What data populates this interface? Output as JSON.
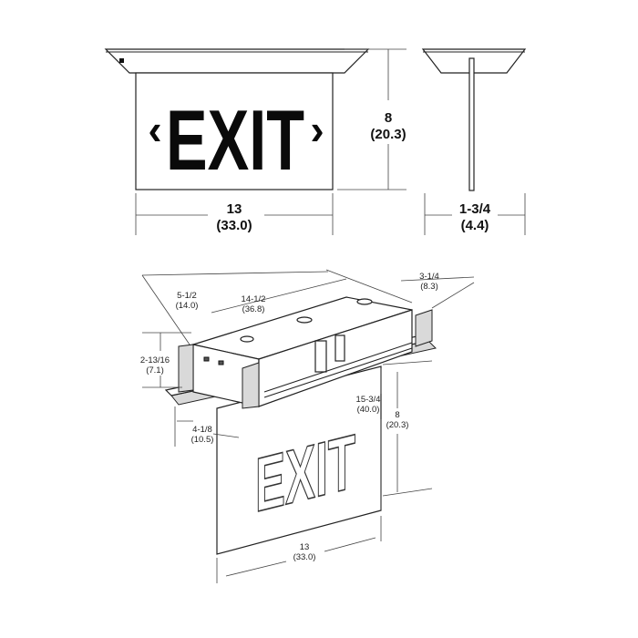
{
  "front_view": {
    "sign_text": "EXIT",
    "left_chevron": "‹",
    "right_chevron": "›",
    "width_in": "13",
    "width_cm": "(33.0)",
    "height_in": "8",
    "height_cm": "(20.3)"
  },
  "side_view": {
    "depth_in": "1-3/4",
    "depth_cm": "(4.4)"
  },
  "iso_view": {
    "sign_text": "EXIT",
    "dim_3_1_4": "3-1/4",
    "dim_3_1_4_cm": "(8.3)",
    "dim_5_1_2": "5-1/2",
    "dim_5_1_2_cm": "(14.0)",
    "dim_14_1_2": "14-1/2",
    "dim_14_1_2_cm": "(36.8)",
    "dim_2_13_16": "2-13/16",
    "dim_2_13_16_cm": "(7.1)",
    "dim_15_3_4": "15-3/4",
    "dim_15_3_4_cm": "(40.0)",
    "dim_8": "8",
    "dim_8_cm": "(20.3)",
    "dim_4_1_8": "4-1/8",
    "dim_4_1_8_cm": "(10.5)",
    "dim_13": "13",
    "dim_13_cm": "(33.0)"
  }
}
